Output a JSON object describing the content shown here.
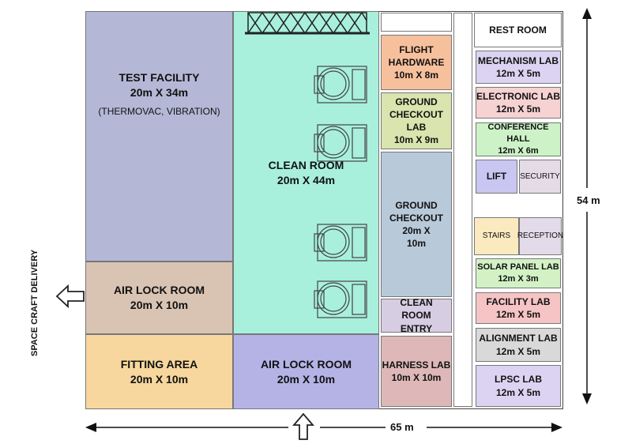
{
  "rooms": {
    "test_facility": {
      "name": "TEST FACILITY",
      "dim": "20m X 34m",
      "sub": "(THERMOVAC, VIBRATION)"
    },
    "airlock_left": {
      "name": "AIR LOCK ROOM",
      "dim": "20m X 10m"
    },
    "fitting": {
      "name": "FITTING AREA",
      "dim": "20m X 10m"
    },
    "clean_room": {
      "name": "CLEAN ROOM",
      "dim": "20m X 44m"
    },
    "airlock_bottom": {
      "name": "AIR LOCK ROOM",
      "dim": "20m X 10m"
    },
    "flight_hw": {
      "name": "FLIGHT HARDWARE",
      "dim": "10m X 8m"
    },
    "ground_checkout_lab": {
      "name": "GROUND CHECKOUT LAB",
      "dim": "10m X 9m"
    },
    "ground_checkout": {
      "name": "GROUND CHECKOUT",
      "dim": "20m X 10m"
    },
    "clean_room_entry": {
      "name": "CLEAN ROOM ENTRY"
    },
    "harness_lab": {
      "name": "HARNESS LAB",
      "dim": "10m X 10m"
    },
    "rest_room": {
      "name": "REST ROOM"
    },
    "mechanism_lab": {
      "name": "MECHANISM LAB",
      "dim": "12m X 5m"
    },
    "electronic_lab": {
      "name": "ELECTRONIC LAB",
      "dim": "12m X 5m"
    },
    "conference_hall": {
      "name": "CONFERENCE HALL",
      "dim": "12m X 6m"
    },
    "lift": {
      "name": "LIFT"
    },
    "security": {
      "name": "SECURITY"
    },
    "stairs": {
      "name": "STAIRS"
    },
    "reception": {
      "name": "RECEPTION"
    },
    "solar_panel_lab": {
      "name": "SOLAR PANEL LAB",
      "dim": "12m X 3m"
    },
    "facility_lab": {
      "name": "FACILITY LAB",
      "dim": "12m X 5m"
    },
    "alignment_lab": {
      "name": "ALIGNMENT LAB",
      "dim": "12m X 5m"
    },
    "lpsc_lab": {
      "name": "LPSC LAB",
      "dim": "12m X 5m"
    }
  },
  "annotations": {
    "space_craft_delivery": "SPACE CRAFT DELIVERY",
    "width": "65 m",
    "height": "54 m"
  },
  "colors": {
    "test_facility": "#b4b8d6",
    "airlock_left": "#d9c4b3",
    "fitting": "#f7d79e",
    "clean_room": "#a8f0dc",
    "airlock_bottom": "#b5b3e6",
    "flight_hw": "#f7c09d",
    "ground_checkout_lab": "#d9e4ae",
    "ground_checkout": "#b8c9d9",
    "clean_room_entry": "#d7cde3",
    "harness_lab": "#deb7b9",
    "mechanism_lab": "#dcd3f2",
    "electronic_lab": "#f6d2d2",
    "conference_hall": "#cdf2c7",
    "lift": "#c9c6f2",
    "security": "#e4dbe7",
    "stairs": "#fbe9bf",
    "reception": "#e3dbe9",
    "solar_panel_lab": "#d2f2c6",
    "facility_lab": "#f6c4c4",
    "alignment_lab": "#d9d9d9",
    "lpsc_lab": "#dcd3f2"
  }
}
